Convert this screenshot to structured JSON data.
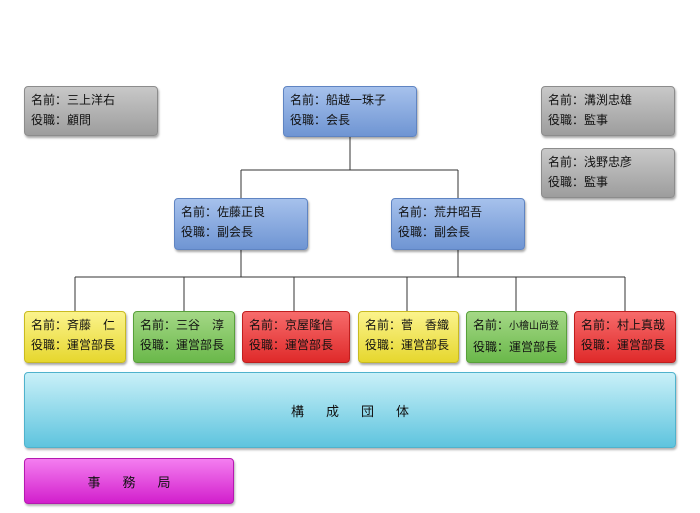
{
  "top_left": {
    "name": "名前：三上洋右",
    "role": "役職：顧問"
  },
  "chairman": {
    "name": "名前：船越一珠子",
    "role": "役職：会長"
  },
  "auditors": [
    {
      "name": "名前：溝渕忠雄",
      "role": "役職：監事"
    },
    {
      "name": "名前：浅野忠彦",
      "role": "役職：監事"
    }
  ],
  "vice_chairs": [
    {
      "name": "名前：佐藤正良",
      "role": "役職：副会長"
    },
    {
      "name": "名前：荒井昭吾",
      "role": "役職：副会長"
    }
  ],
  "managers": [
    {
      "label": "名前：",
      "person": "斉藤　仁",
      "role": "役職：運営部長",
      "color": "#e6d72e"
    },
    {
      "label": "名前：",
      "person": "三谷　淳",
      "role": "役職：運営部長",
      "color": "#6ab84a"
    },
    {
      "label": "名前：",
      "person": "京屋隆信",
      "role": "役職：運営部長",
      "color": "#df2a2a"
    },
    {
      "label": "名前：",
      "person": "菅　香織",
      "role": "役職：運営部長",
      "color": "#e6d72e"
    },
    {
      "label": "名前：",
      "person": "小檜山尚登",
      "role": "役職：運営部長",
      "color": "#6ab84a"
    },
    {
      "label": "名前：",
      "person": "村上真哉",
      "role": "役職：運営部長",
      "color": "#df2a2a"
    }
  ],
  "member_groups": "構成団体",
  "secretariat": "事務局"
}
